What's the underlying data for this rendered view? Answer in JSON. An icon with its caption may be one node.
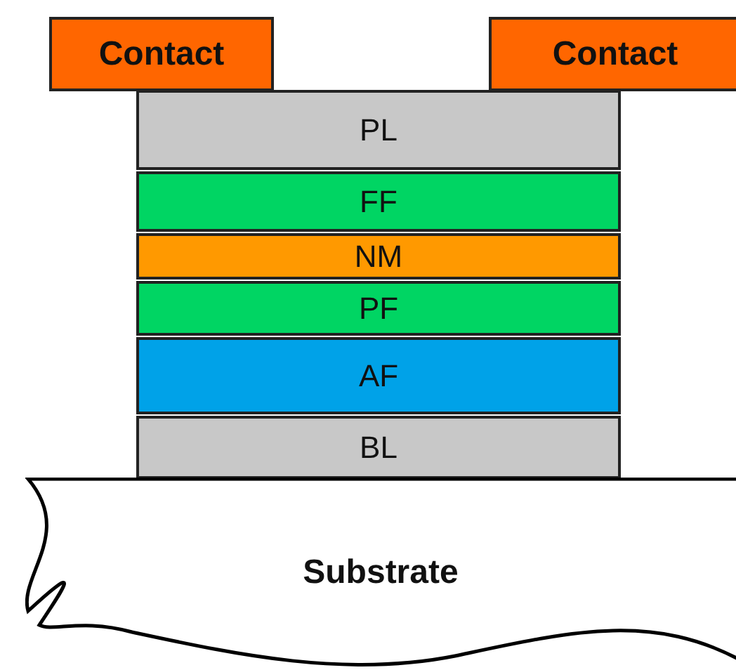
{
  "diagram": {
    "nodes": [
      {
        "text": [
          "Contact"
        ]
      },
      {
        "text": [
          "Contact"
        ]
      },
      {
        "text": [
          "PL"
        ]
      },
      {
        "text": [
          "FF"
        ]
      },
      {
        "text": [
          "NM"
        ]
      },
      {
        "text": [
          "PF"
        ]
      },
      {
        "text": [
          "AF"
        ]
      },
      {
        "text": [
          "BL"
        ]
      },
      {
        "text": [
          "Substrate"
        ]
      }
    ]
  }
}
